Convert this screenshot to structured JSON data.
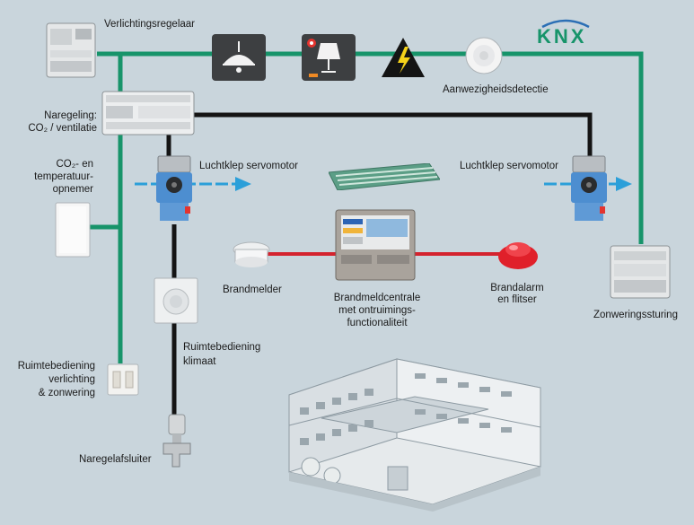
{
  "labels": {
    "lighting_controller": "Verlichtingsregelaar",
    "presence_detection": "Aanwezigheidsdetectie",
    "control_co2_line1": "Naregeling:",
    "control_co2_line2": "CO₂ / ventilatie",
    "sensor_line1": "CO₂- en",
    "sensor_line2": "temperatuur-",
    "sensor_line3": "opnemer",
    "damper_left": "Luchtklep servomotor",
    "damper_right": "Luchtklep servomotor",
    "smoke_detector": "Brandmelder",
    "fire_panel_line1": "Brandmeldcentrale",
    "fire_panel_line2": "met ontruimings-",
    "fire_panel_line3": "functionaliteit",
    "fire_alarm_line1": "Brandalarm",
    "fire_alarm_line2": "en flitser",
    "sunshade_control": "Zonweringssturing",
    "room_climate_line1": "Ruimtebediening",
    "room_climate_line2": "klimaat",
    "room_light_line1": "Ruimtebediening",
    "room_light_line2": "verlichting",
    "room_light_line3": "& zonwering",
    "valve": "Naregelafsluiter"
  },
  "logo": {
    "text": "KNX"
  },
  "colors": {
    "background": "#c9d5dc",
    "knx_bus": "#17946a",
    "control_bus": "#141414",
    "fire_line": "#d4232e",
    "air_flow": "#2b9fd9"
  }
}
